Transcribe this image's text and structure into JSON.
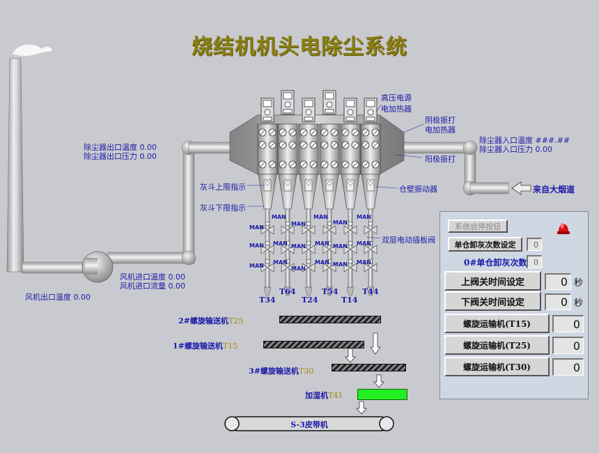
{
  "title": "烧结机机头电除尘系统",
  "labels": {
    "hv_power": "高压电源",
    "electric_heater": "电加热器",
    "cathode_rapping": "阴极振打",
    "cathode_heater": "电加热器",
    "anode_rapping": "阳极振打",
    "hopper_high": "灰斗上限指示",
    "hopper_low": "灰斗下限指示",
    "bin_vibrator": "仓壁振动器",
    "double_valve": "双层电动插板阀",
    "from_flue": "来自大烟道"
  },
  "readouts": {
    "outlet_temp": "除尘器出口温度 0.00",
    "outlet_pressure": "除尘器出口压力 0.00",
    "inlet_temp": "除尘器入口温度 ###.##",
    "inlet_pressure": "除尘器入口压力 0.00",
    "fan_inlet_temp": "风机进口温度 0.00",
    "fan_inlet_flow": "风机进口流量 0.00",
    "fan_outlet_temp": "风机出口温度 0.00"
  },
  "valves": {
    "man": "MAN",
    "tags": [
      "T34",
      "T64",
      "T24",
      "T54",
      "T14",
      "T44"
    ]
  },
  "conveyors": [
    {
      "name": "2#螺旋输送机",
      "tag": "T25"
    },
    {
      "name": "1#螺旋输送机",
      "tag": "T15"
    },
    {
      "name": "3#螺旋输送机",
      "tag": "T30"
    }
  ],
  "humidifier": {
    "name": "加湿机",
    "tag": "T41"
  },
  "belt": {
    "name": "S-3皮带机"
  },
  "panel": {
    "system_start_stop": "系统启停按钮",
    "single_bin_count_set": "单仓卸灰次数设定",
    "single_bin_count_value": "0",
    "bin0_count_label": "0#单仓卸灰次数",
    "bin0_count_value": "0",
    "upper_valve_close_time": "上阀关时间设定",
    "upper_valve_value": "0",
    "lower_valve_close_time": "下阀关时间设定",
    "lower_valve_value": "0",
    "unit_seconds": "秒",
    "screw_t15": "螺旋运输机(T15)",
    "screw_t15_value": "0",
    "screw_t25": "螺旋运输机(T25)",
    "screw_t25_value": "0",
    "screw_t30": "螺旋运输机(T30)",
    "screw_t30_value": "0"
  },
  "icons": {
    "alarm": "red-alarm-light-icon",
    "chimney": "chimney-icon",
    "fan": "fan-icon",
    "precipitator": "precipitator-icon"
  },
  "colors": {
    "background": "#c9cacf",
    "label_blue": "#1a1aa8",
    "title_olive": "#8a7f14",
    "humidifier_green": "#22ee22",
    "alarm_red": "#dd1111"
  }
}
